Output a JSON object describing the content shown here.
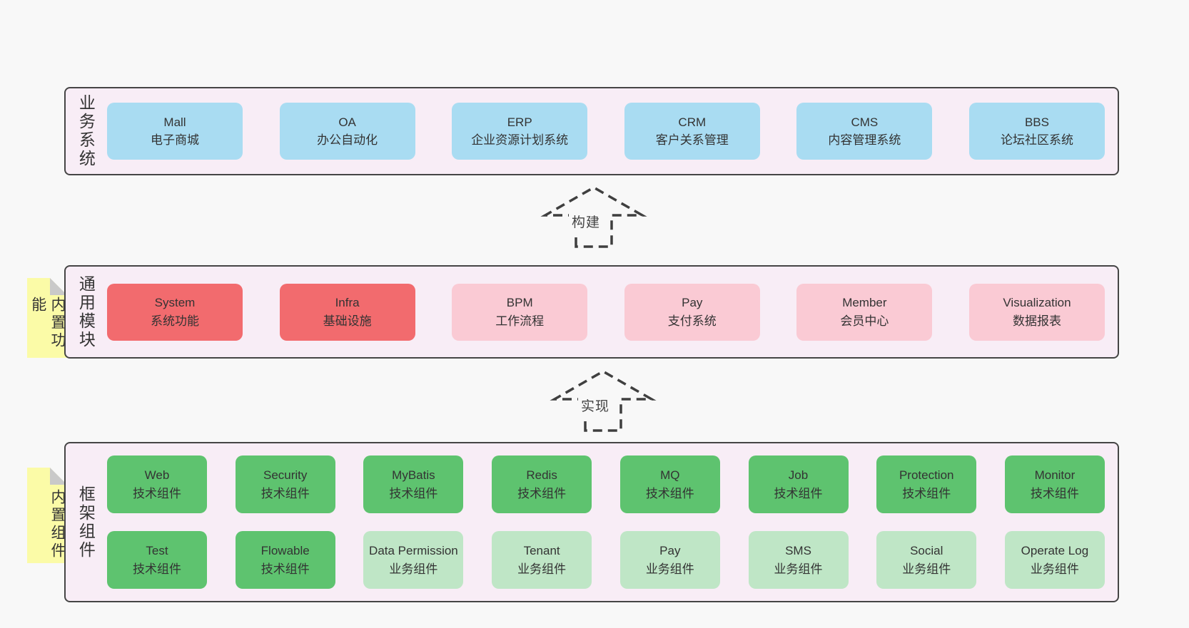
{
  "colors": {
    "page_bg": "#f8f8f8",
    "band_bg": "#f8edf6",
    "band_border": "#454545",
    "blue_box": "#a9dcf2",
    "red_box": "#f26b6e",
    "pink_box": "#facad4",
    "green_box": "#5ec36f",
    "light_green_box": "#bfe6c6",
    "sticky_yellow": "#fbfba7",
    "fold_gray": "#c9c9c9",
    "text": "#333333"
  },
  "arrows": [
    {
      "label": "构建"
    },
    {
      "label": "实现"
    }
  ],
  "bands": [
    {
      "label": "业务系统",
      "rows": [
        [
          {
            "name": "Mall",
            "desc": "电子商城"
          },
          {
            "name": "OA",
            "desc": "办公自动化"
          },
          {
            "name": "ERP",
            "desc": "企业资源计划系统"
          },
          {
            "name": "CRM",
            "desc": "客户关系管理"
          },
          {
            "name": "CMS",
            "desc": "内容管理系统"
          },
          {
            "name": "BBS",
            "desc": "论坛社区系统"
          }
        ]
      ]
    },
    {
      "label": "通用模块",
      "sticky": "内置功能",
      "rows": [
        [
          {
            "name": "System",
            "desc": "系统功能"
          },
          {
            "name": "Infra",
            "desc": "基础设施"
          },
          {
            "name": "BPM",
            "desc": "工作流程"
          },
          {
            "name": "Pay",
            "desc": "支付系统"
          },
          {
            "name": "Member",
            "desc": "会员中心"
          },
          {
            "name": "Visualization",
            "desc": "数据报表"
          }
        ]
      ]
    },
    {
      "label": "框架组件",
      "sticky": "内置组件",
      "rows": [
        [
          {
            "name": "Web",
            "desc": "技术组件"
          },
          {
            "name": "Security",
            "desc": "技术组件"
          },
          {
            "name": "MyBatis",
            "desc": "技术组件"
          },
          {
            "name": "Redis",
            "desc": "技术组件"
          },
          {
            "name": "MQ",
            "desc": "技术组件"
          },
          {
            "name": "Job",
            "desc": "技术组件"
          },
          {
            "name": "Protection",
            "desc": "技术组件"
          },
          {
            "name": "Monitor",
            "desc": "技术组件"
          }
        ],
        [
          {
            "name": "Test",
            "desc": "技术组件"
          },
          {
            "name": "Flowable",
            "desc": "技术组件"
          },
          {
            "name": "Data Permission",
            "desc": "业务组件"
          },
          {
            "name": "Tenant",
            "desc": "业务组件"
          },
          {
            "name": "Pay",
            "desc": "业务组件"
          },
          {
            "name": "SMS",
            "desc": "业务组件"
          },
          {
            "name": "Social",
            "desc": "业务组件"
          },
          {
            "name": "Operate Log",
            "desc": "业务组件"
          }
        ]
      ]
    }
  ]
}
